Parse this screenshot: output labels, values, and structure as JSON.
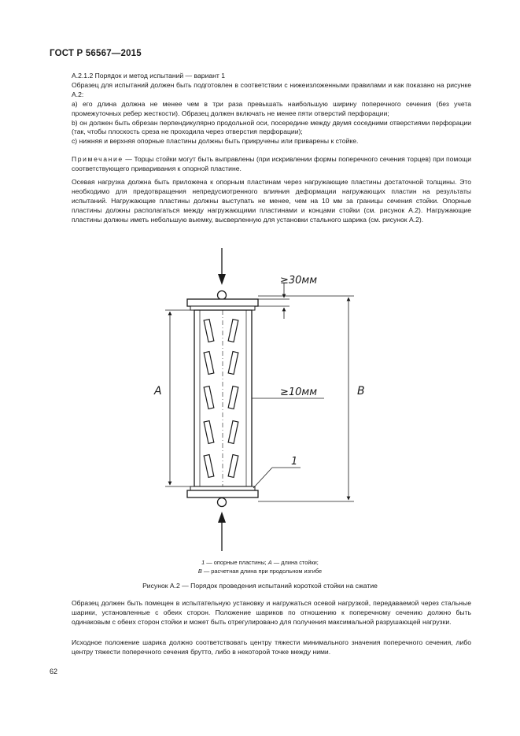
{
  "header": {
    "standard": "ГОСТ Р 56567—2015"
  },
  "section1": {
    "title": "А.2.1.2 Порядок и метод испытаний — вариант 1",
    "intro": "Образец для испытаний должен быть подготовлен в соответствии с нижеизложенными правилами и как показано на рисунке А.2:",
    "item_a": "а) его длина должна не менее чем в три раза превышать наибольшую ширину поперечного сечения (без учета промежуточных ребер жесткости). Образец должен включать не менее пяти отверстий перфорации;",
    "item_b": "b) он должен быть обрезан перпендикулярно продольной оси, посередине между двумя соседними отверстиями перфорации (так, чтобы плоскость среза не проходила через отверстия перфорации);",
    "item_c": "с) нижняя и верхняя опорные пластины должны быть прикручены или приварены к стойке."
  },
  "note": {
    "label": "Примечание",
    "text": " — Торцы стойки могут быть выправлены (при искривлении формы поперечного сечения торцев) при помощи соответствующего приваривания к опорной пластине."
  },
  "paragraph_axial": "Осевая нагрузка должна быть приложена к опорным пластинам через нагружающие пластины достаточной толщины. Это необходимо для предотвращения непредусмотренного влияния деформации нагружающих пластин на результаты испытаний. Нагружающие пластины должны выступать не менее, чем на 10 мм за границы сечения стойки. Опорные пластины должны располагаться между нагружающими пластинами и концами стойки (см. рисунок А.2). Нагружающие пластины должны иметь небольшую выемку, высверленную для установки стального шарика (см. рисунок А.2).",
  "figure": {
    "label_top_dim": "≥30мм",
    "label_side_dim": "≥10мм",
    "label_A": "A",
    "label_B": "B",
    "label_1": "1",
    "legend_line1_num": "1",
    "legend_line1": " — опорные пластины; ",
    "legend_line1_A": "А",
    "legend_line1_end": " — длина стойки;",
    "legend_line2_B": "В",
    "legend_line2": " — расчетная длина при продольном изгибе",
    "caption": "Рисунок А.2 — Порядок проведения испытаний короткой стойки на сжатие"
  },
  "paragraph_placement": "Образец должен быть помещен в испытательную установку и нагружаться осевой нагрузкой, передаваемой через стальные шарики, установленные с обеих сторон. Положение шариков по отношению к поперечному сечению должно быть одинаковым с обеих сторон стойки и может быть отрегулировано для получения максимальной разрушающей нагрузки.",
  "paragraph_position": "Исходное положение шарика должно соответствовать центру тяжести минимального значения поперечного сечения, либо центру тяжести поперечного сечения брутто, либо в некоторой точке между ними.",
  "page_number": "62"
}
